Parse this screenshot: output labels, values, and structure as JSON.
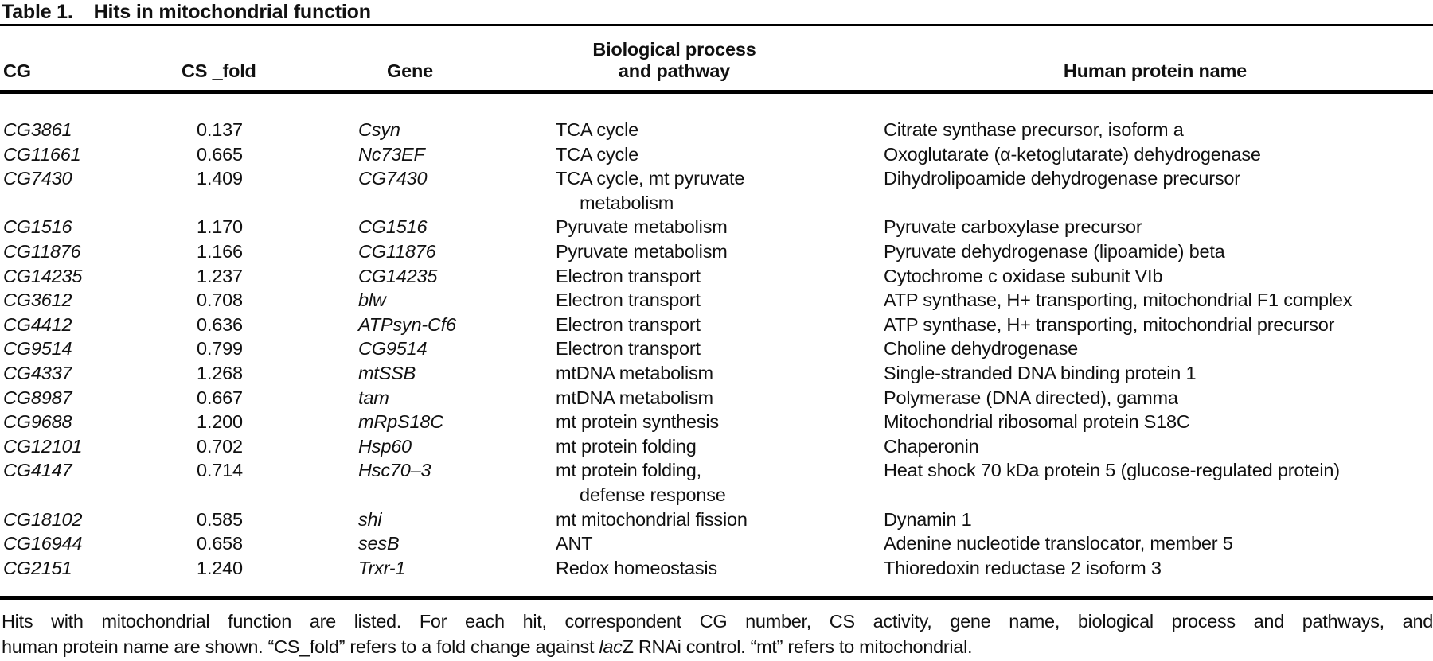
{
  "title": {
    "label": "Table 1.",
    "text": "Hits in mitochondrial function"
  },
  "table": {
    "header": {
      "cg": "CG",
      "cs_fold": "CS _fold",
      "gene": "Gene",
      "process_line1": "Biological process",
      "process_line2": "and pathway",
      "protein": "Human protein name"
    },
    "rows": [
      {
        "cg": "CG3861",
        "cs_fold": "0.137",
        "gene": "Csyn",
        "process": "TCA cycle",
        "process2": "",
        "protein": "Citrate synthase precursor, isoform a"
      },
      {
        "cg": "CG11661",
        "cs_fold": "0.665",
        "gene": "Nc73EF",
        "process": "TCA cycle",
        "process2": "",
        "protein": "Oxoglutarate (α-ketoglutarate) dehydrogenase"
      },
      {
        "cg": "CG7430",
        "cs_fold": "1.409",
        "gene": "CG7430",
        "process": "TCA cycle, mt pyruvate",
        "process2": "metabolism",
        "protein": "Dihydrolipoamide dehydrogenase precursor"
      },
      {
        "cg": "CG1516",
        "cs_fold": "1.170",
        "gene": "CG1516",
        "process": "Pyruvate metabolism",
        "process2": "",
        "protein": "Pyruvate carboxylase precursor"
      },
      {
        "cg": "CG11876",
        "cs_fold": "1.166",
        "gene": "CG11876",
        "process": "Pyruvate metabolism",
        "process2": "",
        "protein": "Pyruvate dehydrogenase (lipoamide) beta"
      },
      {
        "cg": "CG14235",
        "cs_fold": "1.237",
        "gene": "CG14235",
        "process": "Electron transport",
        "process2": "",
        "protein": "Cytochrome c oxidase subunit VIb"
      },
      {
        "cg": "CG3612",
        "cs_fold": "0.708",
        "gene": "blw",
        "process": "Electron transport",
        "process2": "",
        "protein": "ATP synthase, H+ transporting, mitochondrial F1 complex"
      },
      {
        "cg": "CG4412",
        "cs_fold": "0.636",
        "gene": "ATPsyn-Cf6",
        "process": "Electron transport",
        "process2": "",
        "protein": "ATP synthase, H+ transporting, mitochondrial precursor"
      },
      {
        "cg": "CG9514",
        "cs_fold": "0.799",
        "gene": "CG9514",
        "process": "Electron transport",
        "process2": "",
        "protein": "Choline dehydrogenase"
      },
      {
        "cg": "CG4337",
        "cs_fold": "1.268",
        "gene": "mtSSB",
        "process": "mtDNA metabolism",
        "process2": "",
        "protein": "Single-stranded DNA binding protein 1"
      },
      {
        "cg": "CG8987",
        "cs_fold": "0.667",
        "gene": "tam",
        "process": "mtDNA metabolism",
        "process2": "",
        "protein": "Polymerase (DNA directed), gamma"
      },
      {
        "cg": "CG9688",
        "cs_fold": "1.200",
        "gene": "mRpS18C",
        "process": "mt protein synthesis",
        "process2": "",
        "protein": "Mitochondrial ribosomal protein S18C"
      },
      {
        "cg": "CG12101",
        "cs_fold": "0.702",
        "gene": "Hsp60",
        "process": "mt protein folding",
        "process2": "",
        "protein": "Chaperonin"
      },
      {
        "cg": "CG4147",
        "cs_fold": "0.714",
        "gene": "Hsc70–3",
        "process": "mt protein folding,",
        "process2": "defense response",
        "protein": "Heat shock 70 kDa protein 5 (glucose-regulated protein)"
      },
      {
        "cg": "CG18102",
        "cs_fold": "0.585",
        "gene": "shi",
        "process": "mt mitochondrial fission",
        "process2": "",
        "protein": "Dynamin 1"
      },
      {
        "cg": "CG16944",
        "cs_fold": "0.658",
        "gene": "sesB",
        "process": "ANT",
        "process2": "",
        "protein": "Adenine nucleotide translocator, member 5"
      },
      {
        "cg": "CG2151",
        "cs_fold": "1.240",
        "gene": "Trxr-1",
        "process": "Redox homeostasis",
        "process2": "",
        "protein": "Thioredoxin reductase 2 isoform 3"
      }
    ]
  },
  "footnote": {
    "line1": "Hits with mitochondrial function are listed. For each hit, correspondent CG number, CS activity, gene name, biological process and pathways, and",
    "line2_pre": "human protein name are shown. “CS_fold” refers to a fold change against ",
    "line2_italic": "lac",
    "line2_post": "Z RNAi control. “mt” refers to mitochondrial."
  },
  "colors": {
    "text": "#111111",
    "rule": "#000000",
    "background": "#ffffff"
  }
}
